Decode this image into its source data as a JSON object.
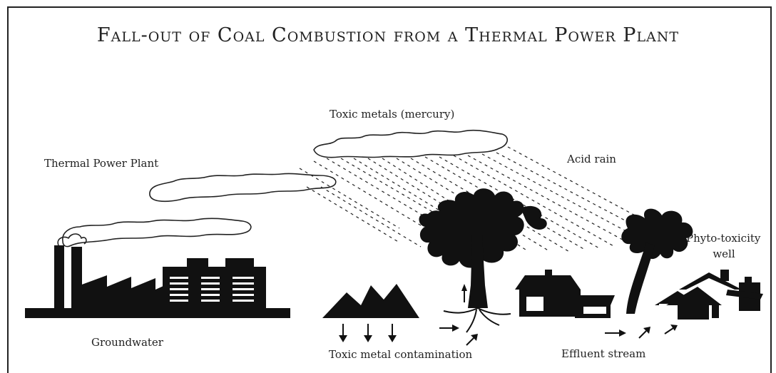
{
  "title": "Fall-out of Coal Combustion from  a Thermal Power Plant",
  "labels": {
    "toxic_metals": "Toxic metals (mercury)",
    "acid_rain": "Acid rain",
    "thermal_power_plant": "Thermal Power Plant",
    "phyto_toxicity": "Phyto-toxicity",
    "well": "well",
    "groundwater": "Groundwater",
    "toxic_metal_contamination": "Toxic metal contamination",
    "effluent_stream": "Effluent stream"
  }
}
